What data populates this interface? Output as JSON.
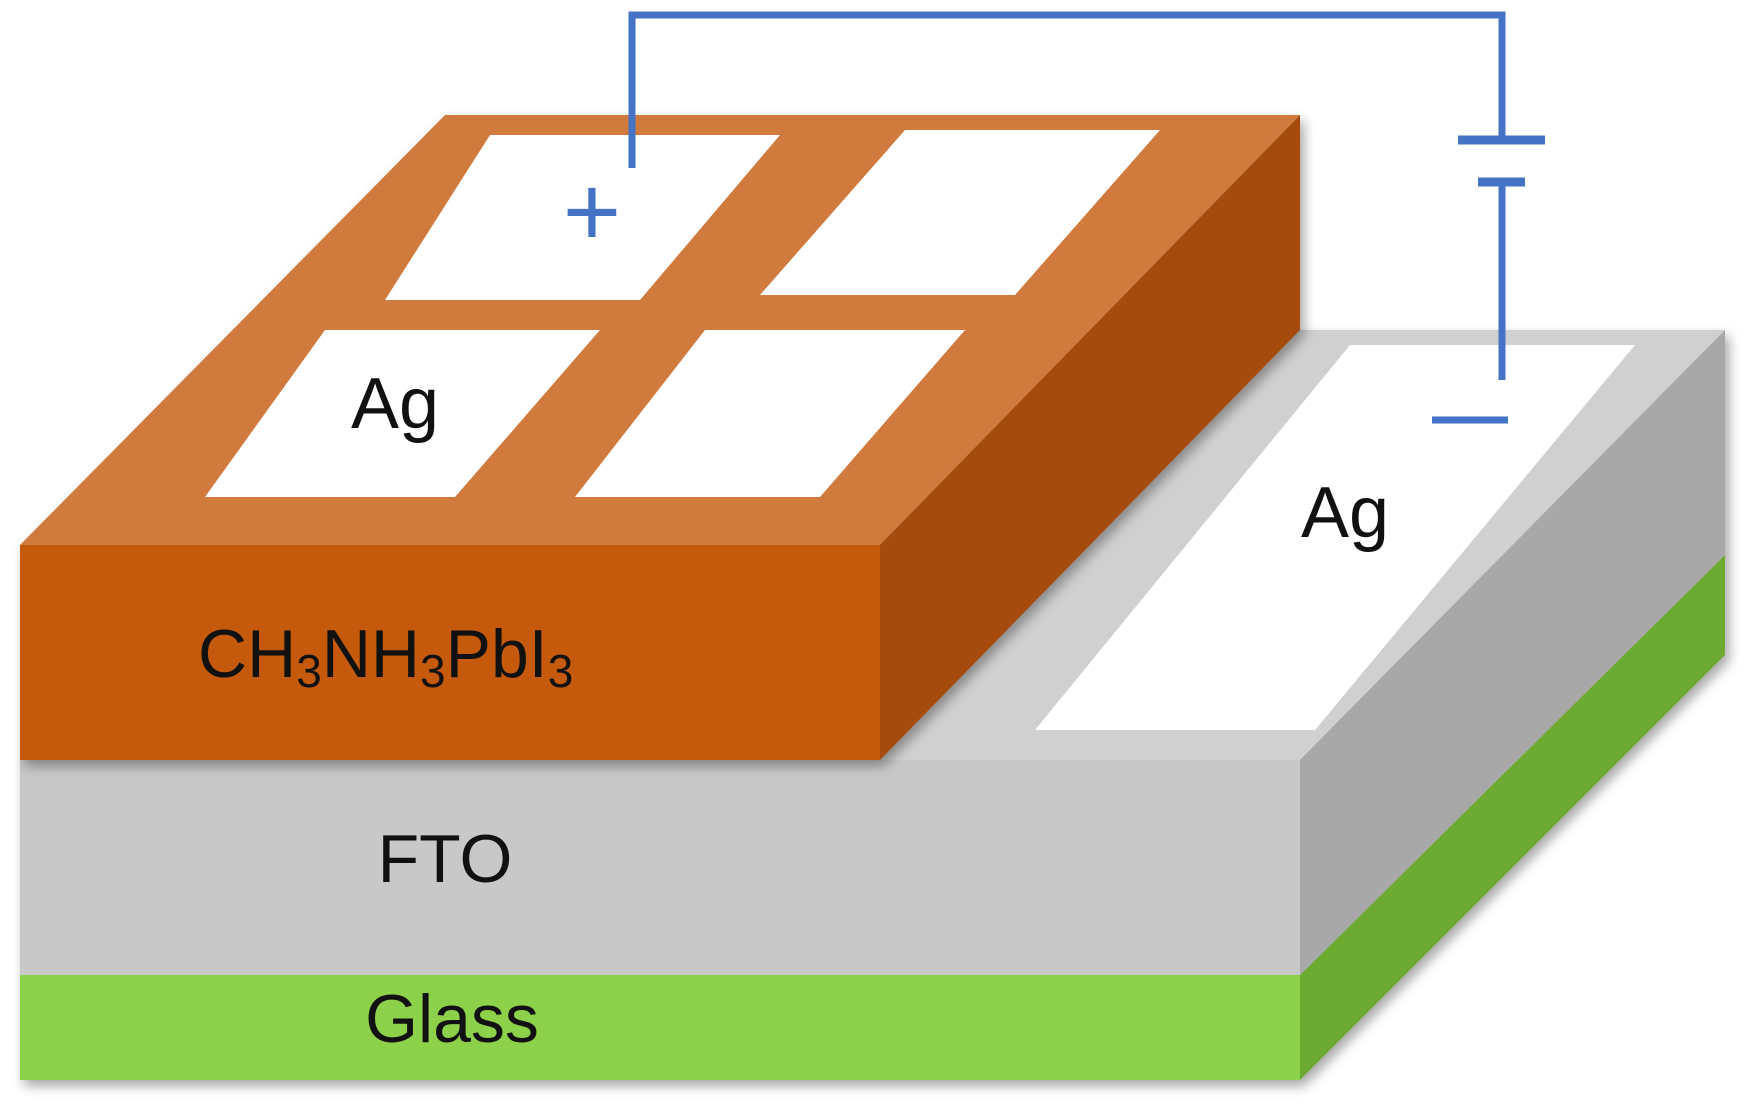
{
  "diagram": {
    "labels": {
      "perovskite_main": "CH",
      "perovskite_parts": [
        {
          "text": "CH",
          "sub": false
        },
        {
          "text": "3",
          "sub": true
        },
        {
          "text": "NH",
          "sub": false
        },
        {
          "text": "3",
          "sub": true
        },
        {
          "text": "PbI",
          "sub": false
        },
        {
          "text": "3",
          "sub": true
        }
      ],
      "perovskite_full": "CH3NH3PbI3",
      "fto": "FTO",
      "glass": "Glass",
      "ag_top_left": "Ag",
      "ag_right": "Ag",
      "plus": "+",
      "minus": "−"
    },
    "colors": {
      "perovskite_front": "#c55a11",
      "perovskite_top": "#d17a3e",
      "perovskite_side": "#a44c0d",
      "fto_front": "#c8c8c8",
      "fto_top": "#d0d0d0",
      "fto_side": "#a8a8a8",
      "glass_front": "#8dd14c",
      "glass_side": "#6daa32",
      "electrode": "#ffffff",
      "wire": "#4472c4"
    },
    "components": [
      "ag-electrode-grid",
      "ag-counter-electrode",
      "battery-symbol",
      "circuit-wire"
    ]
  }
}
